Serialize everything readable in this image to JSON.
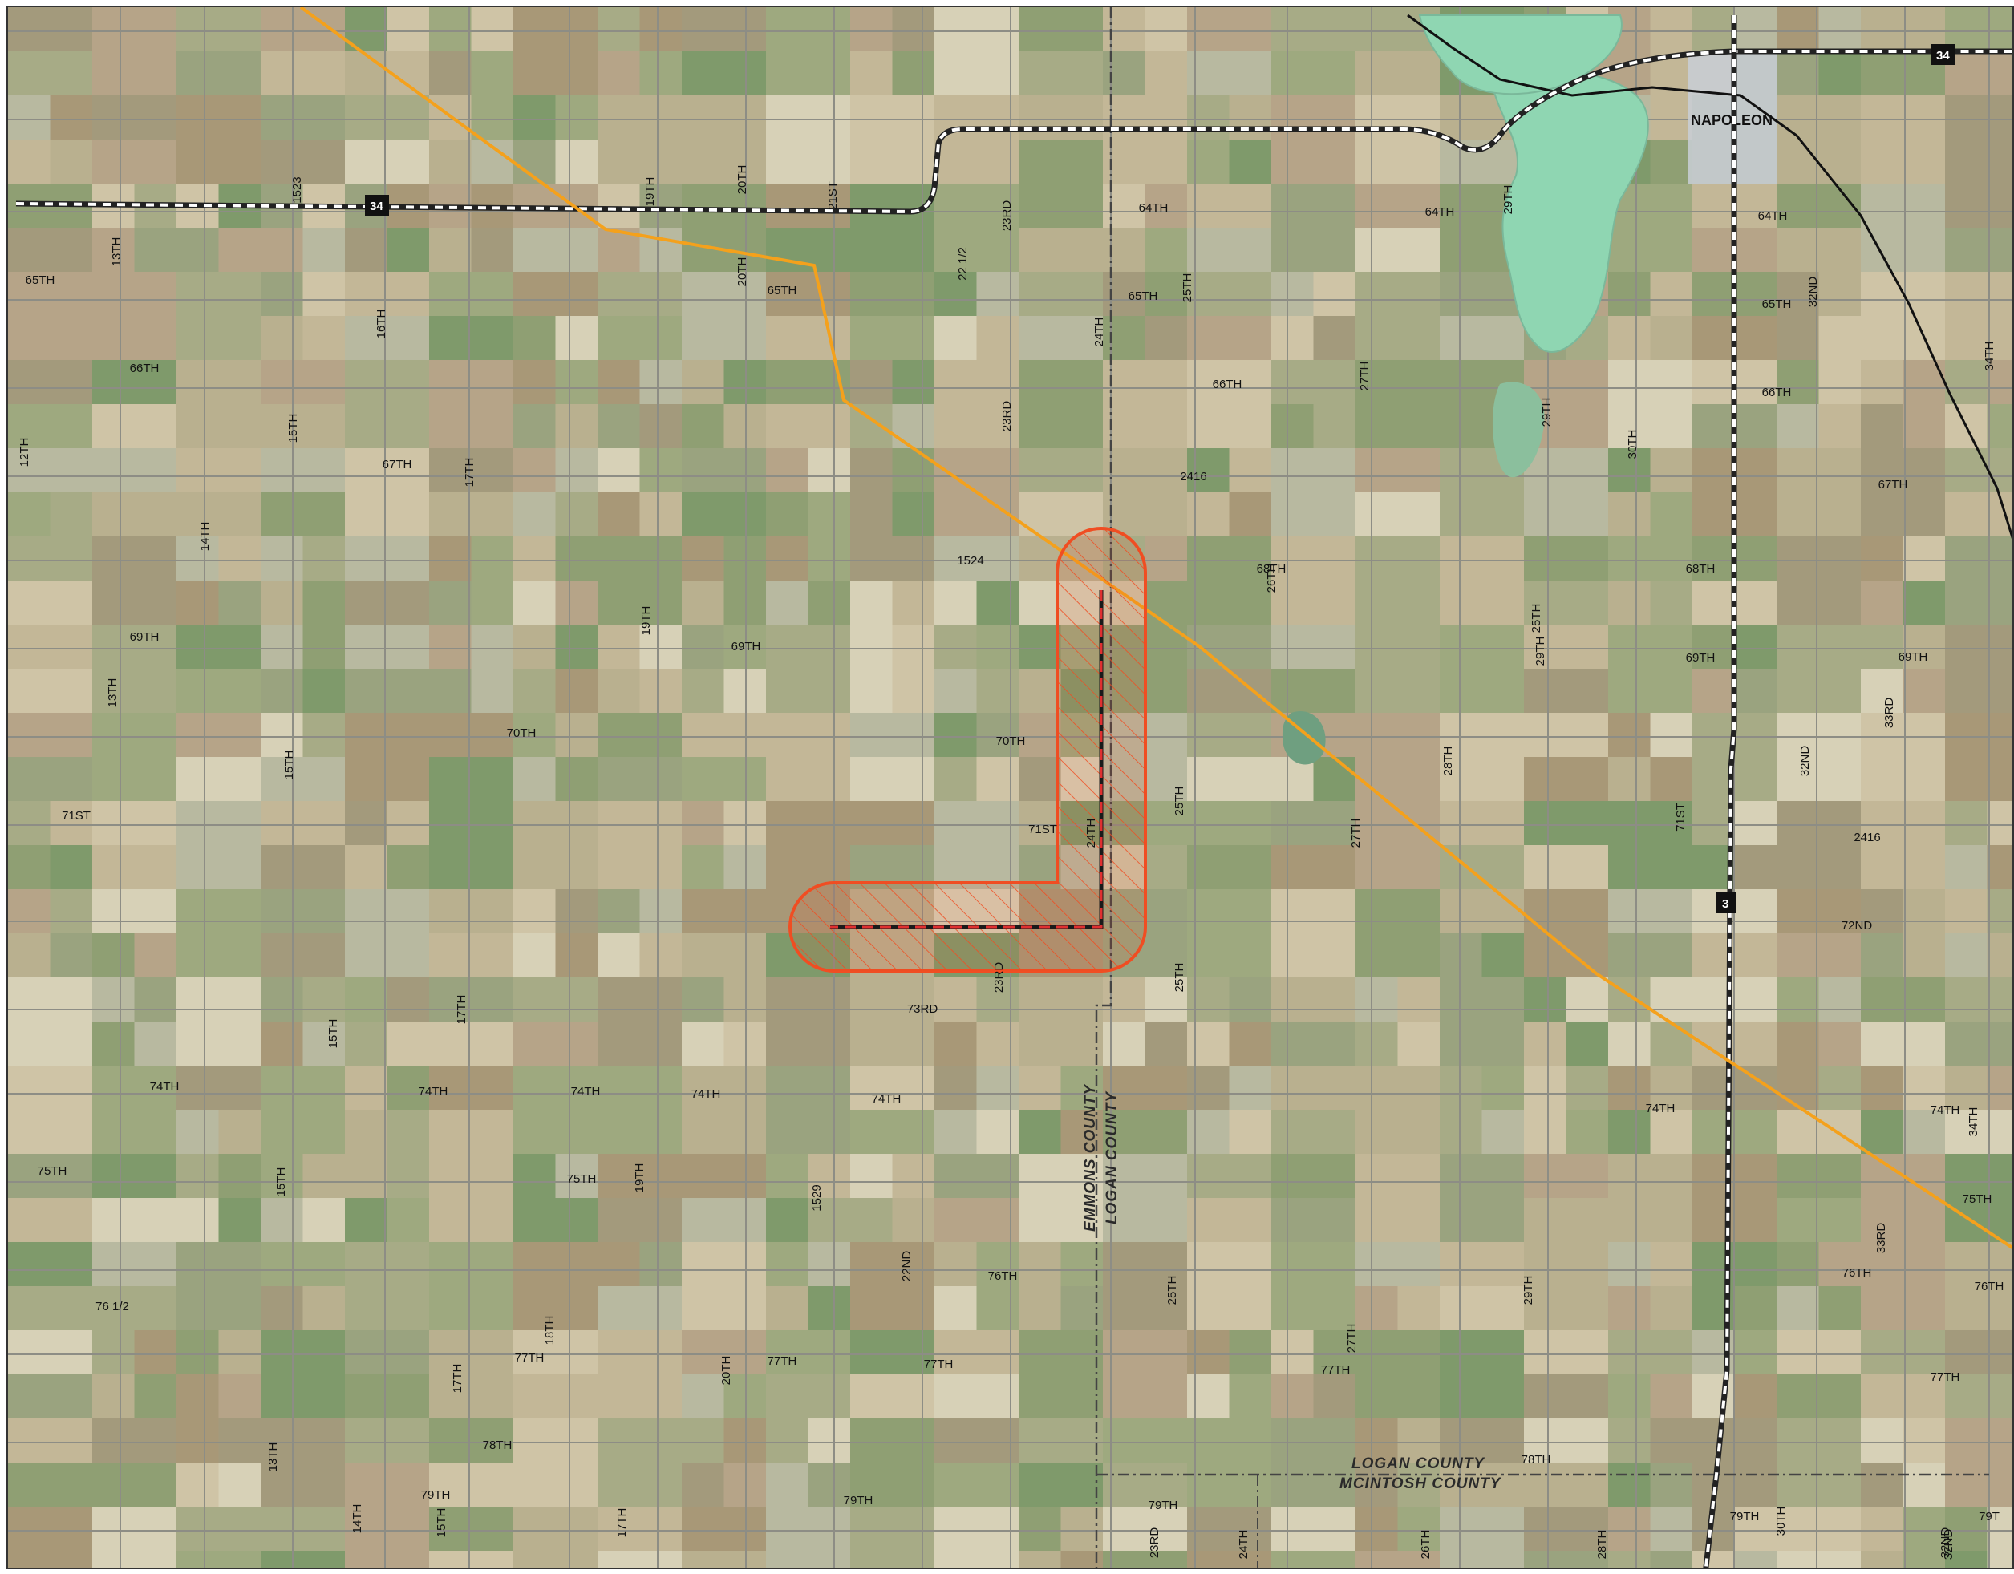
{
  "colors": {
    "farmland_base": "#aab394",
    "lake": "#8fd6b2",
    "town": "#c9cfd6",
    "power_line": "#f4a11c",
    "study_area": "#f04e23",
    "railroad": "#111111",
    "county_line": "#444444"
  },
  "town": {
    "name": "NAPOLEON"
  },
  "highways": [
    {
      "shield": "34",
      "label": "34"
    },
    {
      "shield": "34",
      "label": "34"
    },
    {
      "shield": "3",
      "label": "3"
    }
  ],
  "county_labels": {
    "emmons": "EMMONS COUNTY",
    "logan_vertical": "LOGAN COUNTY",
    "logan_horizontal": "LOGAN COUNTY",
    "mcintosh": "MCINTOSH COUNTY"
  },
  "road_labels": [
    "13TH",
    "65TH",
    "66TH",
    "12TH",
    "15TH",
    "16TH",
    "1523",
    "19TH",
    "20TH",
    "21ST",
    "20TH",
    "65TH",
    "23RD",
    "22 1/2",
    "64TH",
    "65TH",
    "25TH",
    "24TH",
    "23RD",
    "67TH",
    "17TH",
    "14TH",
    "2416",
    "66TH",
    "27TH",
    "64TH",
    "29TH",
    "29TH",
    "30TH",
    "64TH",
    "65TH",
    "32ND",
    "66TH",
    "34TH",
    "67TH",
    "1524",
    "69TH",
    "19TH",
    "69TH",
    "13TH",
    "70TH",
    "70TH",
    "15TH",
    "71ST",
    "71ST",
    "24TH",
    "25TH",
    "68TH",
    "26TH",
    "25TH",
    "28TH",
    "27TH",
    "68TH",
    "69TH",
    "29TH",
    "69TH",
    "33RD",
    "32ND",
    "71ST",
    "2416",
    "72ND",
    "73RD",
    "23RD",
    "25TH",
    "15TH",
    "17TH",
    "74TH",
    "74TH",
    "74TH",
    "74TH",
    "74TH",
    "74TH",
    "74TH",
    "34TH",
    "75TH",
    "15TH",
    "75TH",
    "19TH",
    "1529",
    "22ND",
    "76TH",
    "25TH",
    "29TH",
    "33RD",
    "76TH",
    "76TH",
    "75TH",
    "76 1/2",
    "18TH",
    "77TH",
    "17TH",
    "20TH",
    "77TH",
    "77TH",
    "27TH",
    "77TH",
    "77TH",
    "78TH",
    "78TH",
    "13TH",
    "14TH",
    "15TH",
    "79TH",
    "17TH",
    "79TH",
    "79TH",
    "23RD",
    "24TH",
    "26TH",
    "28TH",
    "30TH",
    "32ND",
    "79TH",
    "79T",
    "32ND"
  ]
}
